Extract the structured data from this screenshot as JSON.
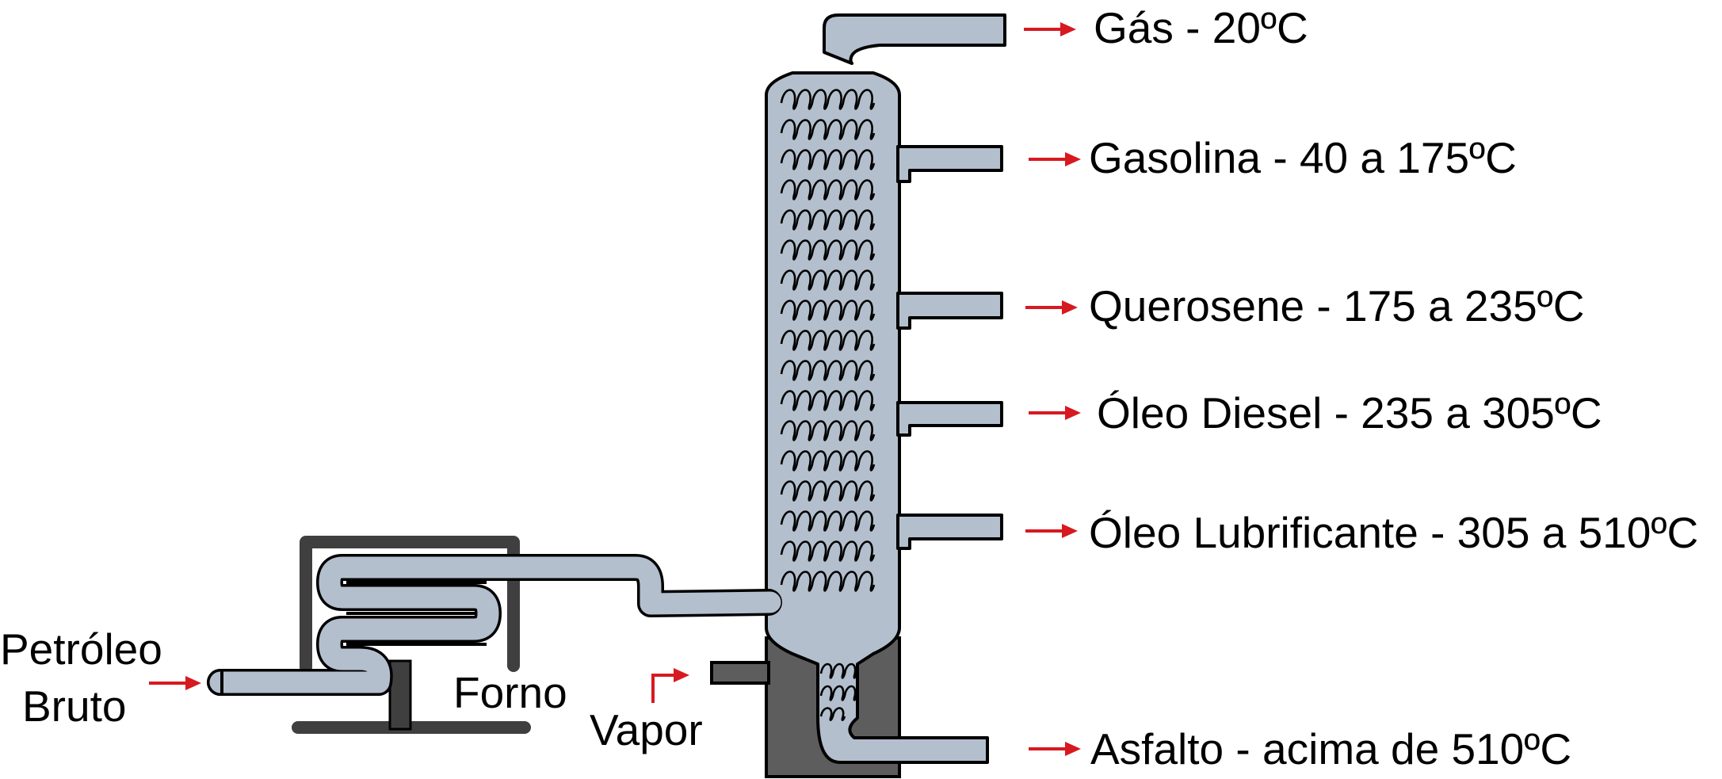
{
  "colors": {
    "pipe_fill": "#b3bfcd",
    "outline": "#000000",
    "base_dark": "#5d5d5d",
    "furnace_frame": "#3f3f3f",
    "arrow": "#d71920"
  },
  "outputs": [
    {
      "id": "gas",
      "label": "Gás - 20ºC"
    },
    {
      "id": "gasolina",
      "label": "Gasolina - 40 a 175ºC"
    },
    {
      "id": "querosene",
      "label": "Querosene - 175 a 235ºC"
    },
    {
      "id": "oleo-diesel",
      "label": "Óleo Diesel - 235 a 305ºC"
    },
    {
      "id": "oleo-lubrificante",
      "label": "Óleo Lubrificante - 305 a 510ºC"
    },
    {
      "id": "asfalto",
      "label": "Asfalto - acima de 510ºC"
    }
  ],
  "inputs": {
    "crude_line1": "Petróleo",
    "crude_line2": "Bruto",
    "furnace": "Forno",
    "steam": "Vapor"
  }
}
